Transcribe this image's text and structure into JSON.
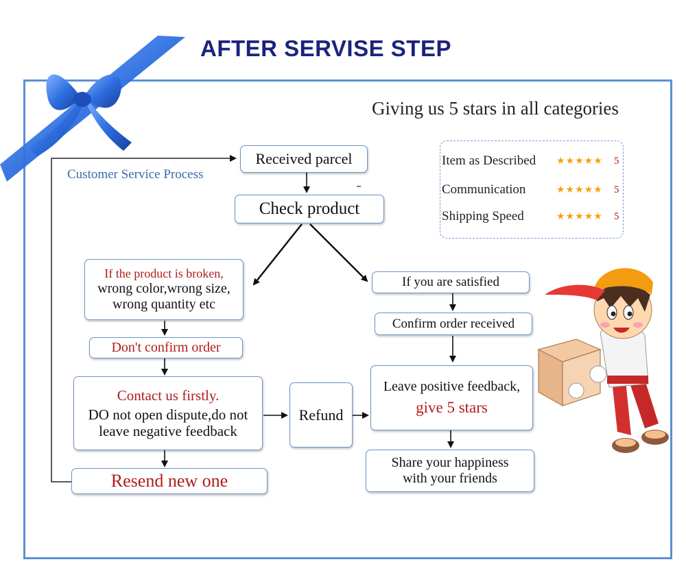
{
  "title": "AFTER SERVISE STEP",
  "subtitle": "Giving us 5 stars in all categories",
  "process_label": "Customer Service Process",
  "ratings": [
    {
      "label": "Item as Described",
      "stars": "★★★★★",
      "score": "5"
    },
    {
      "label": "Communication",
      "stars": "★★★★★",
      "score": "5"
    },
    {
      "label": "Shipping Speed",
      "stars": "★★★★★",
      "score": "5"
    }
  ],
  "flow": {
    "received_parcel": "Received parcel",
    "check_product": "Check product",
    "broken": {
      "line1": "If the product is broken,",
      "line2": "wrong color,wrong size,",
      "line3": "wrong quantity etc"
    },
    "dont_confirm": "Don't confirm order",
    "contact": {
      "line1": "Contact us firstly.",
      "line2": "DO not open dispute,do not",
      "line3": "leave negative feedback"
    },
    "resend": "Resend new one",
    "refund": "Refund",
    "satisfied": "If you are satisfied",
    "confirm_received": "Confirm order received",
    "feedback": {
      "line1": "Leave positive feedback,",
      "line2": "give 5 stars"
    },
    "share": {
      "line1": "Share your happiness",
      "line2": "with your friends"
    }
  },
  "colors": {
    "title": "#1a237e",
    "frame": "#5b8fd6",
    "ribbon": "#2f6fe0",
    "accent_red": "#b01c1c",
    "star": "#f2a20c"
  },
  "icons": [
    "ribbon-bow-icon",
    "delivery-boy-illustration"
  ]
}
